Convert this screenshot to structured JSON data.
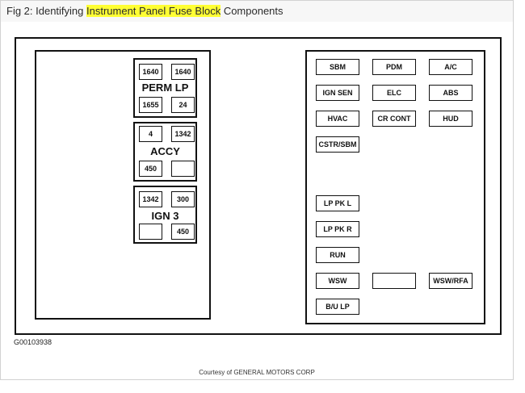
{
  "header": {
    "prefix": "Fig 2: Identifying ",
    "highlight": "Instrument Panel Fuse Block",
    "suffix": " Components"
  },
  "left_panel": {
    "groups": [
      {
        "title": "PERM LP",
        "fuses": [
          "1640",
          "1640",
          "1655",
          "24"
        ]
      },
      {
        "title": "ACCY",
        "fuses": [
          "4",
          "1342",
          "450",
          ""
        ]
      },
      {
        "title": "IGN 3",
        "fuses": [
          "1342",
          "300",
          "",
          "450"
        ]
      }
    ]
  },
  "right_panel": {
    "fuses": {
      "sbm": "SBM",
      "pdm": "PDM",
      "ac": "A/C",
      "ign_sen": "IGN SEN",
      "elc": "ELC",
      "abs": "ABS",
      "hvac": "HVAC",
      "cr_cont": "CR CONT",
      "hud": "HUD",
      "cstr_sbm": "CSTR/SBM",
      "lp_pk_l": "LP PK L",
      "lp_pk_r": "LP PK R",
      "run": "RUN",
      "wsw": "WSW",
      "blank": "",
      "wsw_rfa": "WSW/RFA",
      "bu_lp": "B/U LP"
    }
  },
  "figure_id": "G00103938",
  "courtesy": "Courtesy of GENERAL MOTORS CORP"
}
